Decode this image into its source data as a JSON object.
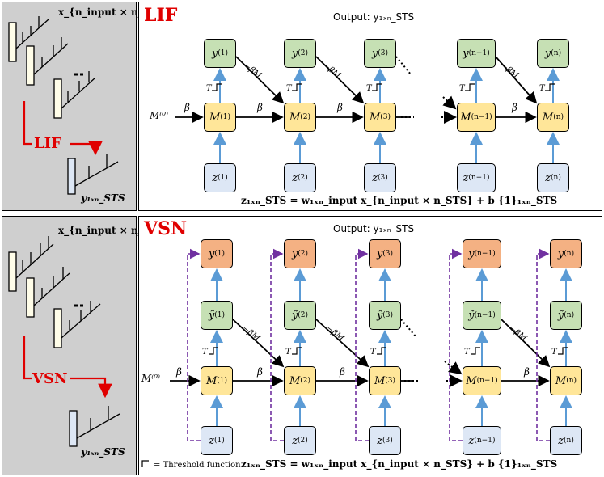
{
  "lif": {
    "title": "LIF",
    "output_label": "Output: y₁ₓₙ_STS",
    "input_label": "x_{n_input × n_STS}",
    "output_small": "y₁ₓₙ_STS",
    "flow_label": "LIF",
    "equation": "z₁ₓₙ_STS = w₁ₓₙ_input x_{n_input × n_STS} + b {1}₁ₓₙ_STS",
    "m0": "M⁽⁰⁾",
    "beta": "β",
    "theta": "T",
    "feedback": "−βM",
    "cols": [
      {
        "y": "y",
        "m": "M",
        "z": "z",
        "sup": "(1)"
      },
      {
        "y": "y",
        "m": "M",
        "z": "z",
        "sup": "(2)"
      },
      {
        "y": "y",
        "m": "M",
        "z": "z",
        "sup": "(3)"
      },
      {
        "y": "y",
        "m": "M",
        "z": "z",
        "sup": "(n−1)"
      },
      {
        "y": "y",
        "m": "M",
        "z": "z",
        "sup": "(n)"
      }
    ]
  },
  "vsn": {
    "title": "VSN",
    "output_label": "Output: y₁ₓₙ_STS",
    "input_label": "x_{n_input × n_STS}",
    "output_small": "y₁ₓₙ_STS",
    "flow_label": "VSN",
    "equation": "z₁ₓₙ_STS = w₁ₓₙ_input x_{n_input × n_STS} + b {1}₁ₓₙ_STS",
    "threshold_note": "= Threshold function",
    "m0": "M⁽⁰⁾",
    "beta": "β",
    "theta": "T",
    "cols": [
      {
        "o": "y",
        "yt": "ỹ",
        "m": "M",
        "z": "z",
        "sup": "(1)"
      },
      {
        "o": "y",
        "yt": "ỹ",
        "m": "M",
        "z": "z",
        "sup": "(2)"
      },
      {
        "o": "y",
        "yt": "ỹ",
        "m": "M",
        "z": "z",
        "sup": "(3)"
      },
      {
        "o": "y",
        "yt": "ỹ",
        "m": "M",
        "z": "z",
        "sup": "(n−1)"
      },
      {
        "o": "y",
        "yt": "ỹ",
        "m": "M",
        "z": "z",
        "sup": "(n)"
      }
    ]
  },
  "colors": {
    "red": "#e00000",
    "blue": "#5b9bd5",
    "purple": "#7030a0",
    "green": "#c6e0b4",
    "yellow": "#ffe699",
    "lightblue": "#dde7f5",
    "orange": "#f4b183",
    "gray": "#cfcfcf"
  }
}
